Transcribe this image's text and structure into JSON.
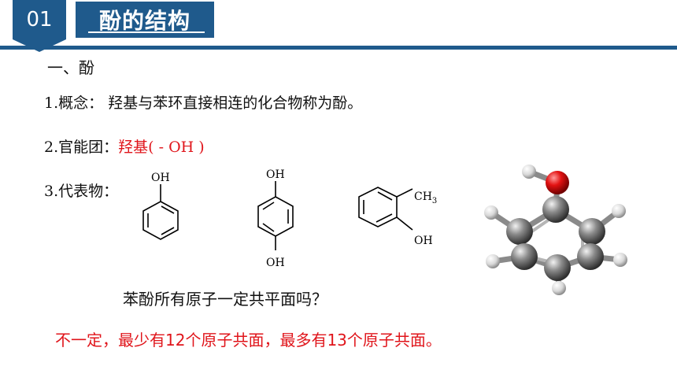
{
  "header": {
    "number": "01",
    "title": "酚的结构"
  },
  "section": {
    "heading": "一、酚"
  },
  "items": {
    "concept_prefix": "1.",
    "concept_label": "概念：",
    "concept_text": "羟基与苯环直接相连的化合物称为酚。",
    "group_prefix": "2.",
    "group_label": "官能团：",
    "group_name": "羟基",
    "group_formula": "( - OH )",
    "example_prefix": "3.",
    "example_label": "代表物："
  },
  "structures": {
    "phenol_oh": "OH",
    "hydroquinone_oh_top": "OH",
    "hydroquinone_oh_bottom": "OH",
    "cresol_ch3": "CH",
    "cresol_ch3_sub": "3",
    "cresol_oh": "OH"
  },
  "question": "苯酚所有原子一定共平面吗？",
  "answer": "不一定，最少有12个原子共面，最多有13个原子共面。",
  "colors": {
    "brand": "#1f5a8c",
    "answer": "#e0151b"
  }
}
